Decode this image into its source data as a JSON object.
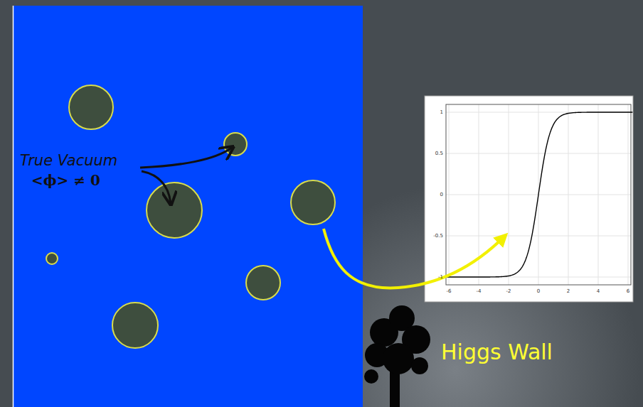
{
  "diagram": {
    "labels": [
      "True Vacuum",
      "<ϕ> ≠ 0",
      "1",
      "0.5",
      "0",
      "-0.5",
      "-1",
      "-6",
      "-4",
      "-2",
      "0",
      "2",
      "4",
      "6",
      "Higgs Wall"
    ]
  }
}
